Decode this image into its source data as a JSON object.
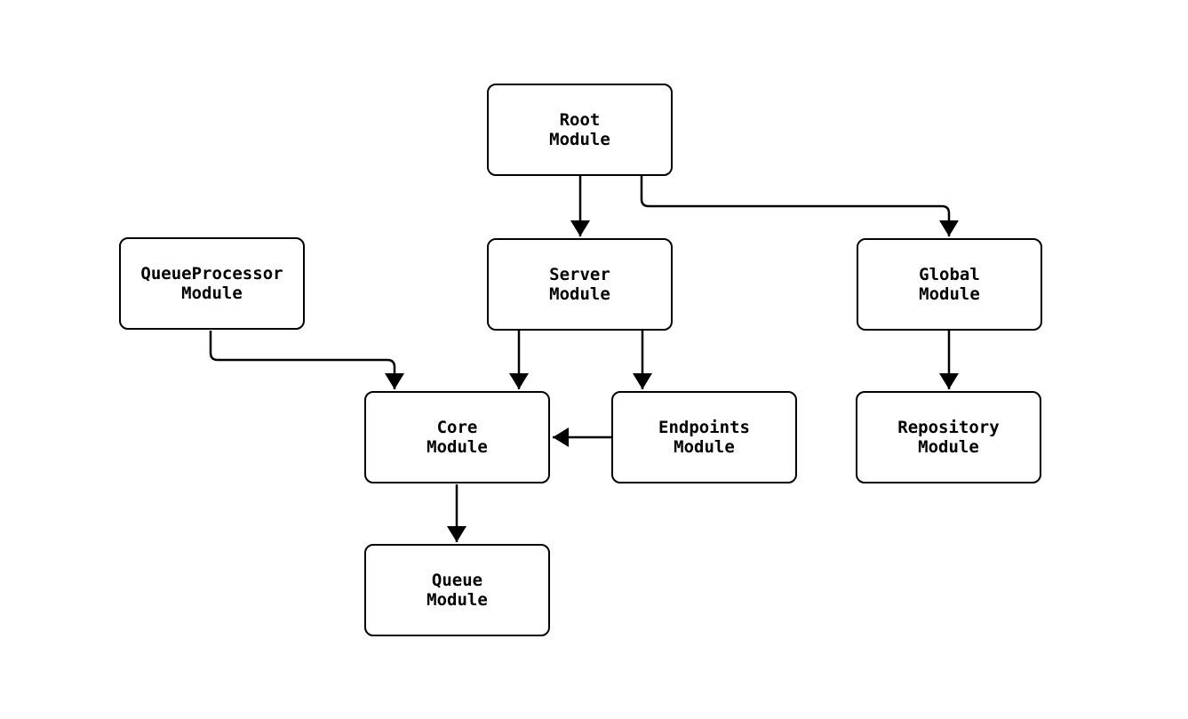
{
  "diagram": {
    "type": "module-dependency-diagram",
    "colors": {
      "background": "#ffffff",
      "node_fill": "#ffffff",
      "node_border": "#000000",
      "edge_stroke": "#000000",
      "text": "#000000"
    },
    "nodes": [
      {
        "id": "root",
        "line1": "Root",
        "line2": "Module"
      },
      {
        "id": "server",
        "line1": "Server",
        "line2": "Module"
      },
      {
        "id": "queueprocessor",
        "line1": "QueueProcessor",
        "line2": "Module"
      },
      {
        "id": "global",
        "line1": "Global",
        "line2": "Module"
      },
      {
        "id": "core",
        "line1": "Core",
        "line2": "Module"
      },
      {
        "id": "endpoints",
        "line1": "Endpoints",
        "line2": "Module"
      },
      {
        "id": "repository",
        "line1": "Repository",
        "line2": "Module"
      },
      {
        "id": "queue",
        "line1": "Queue",
        "line2": "Module"
      }
    ],
    "edges": [
      {
        "from": "Root Module",
        "to": "Server Module"
      },
      {
        "from": "Root Module",
        "to": "Global Module"
      },
      {
        "from": "QueueProcessor Module",
        "to": "Core Module"
      },
      {
        "from": "Server Module",
        "to": "Core Module"
      },
      {
        "from": "Server Module",
        "to": "Endpoints Module"
      },
      {
        "from": "Endpoints Module",
        "to": "Core Module"
      },
      {
        "from": "Global Module",
        "to": "Repository Module"
      },
      {
        "from": "Core Module",
        "to": "Queue Module"
      }
    ]
  }
}
